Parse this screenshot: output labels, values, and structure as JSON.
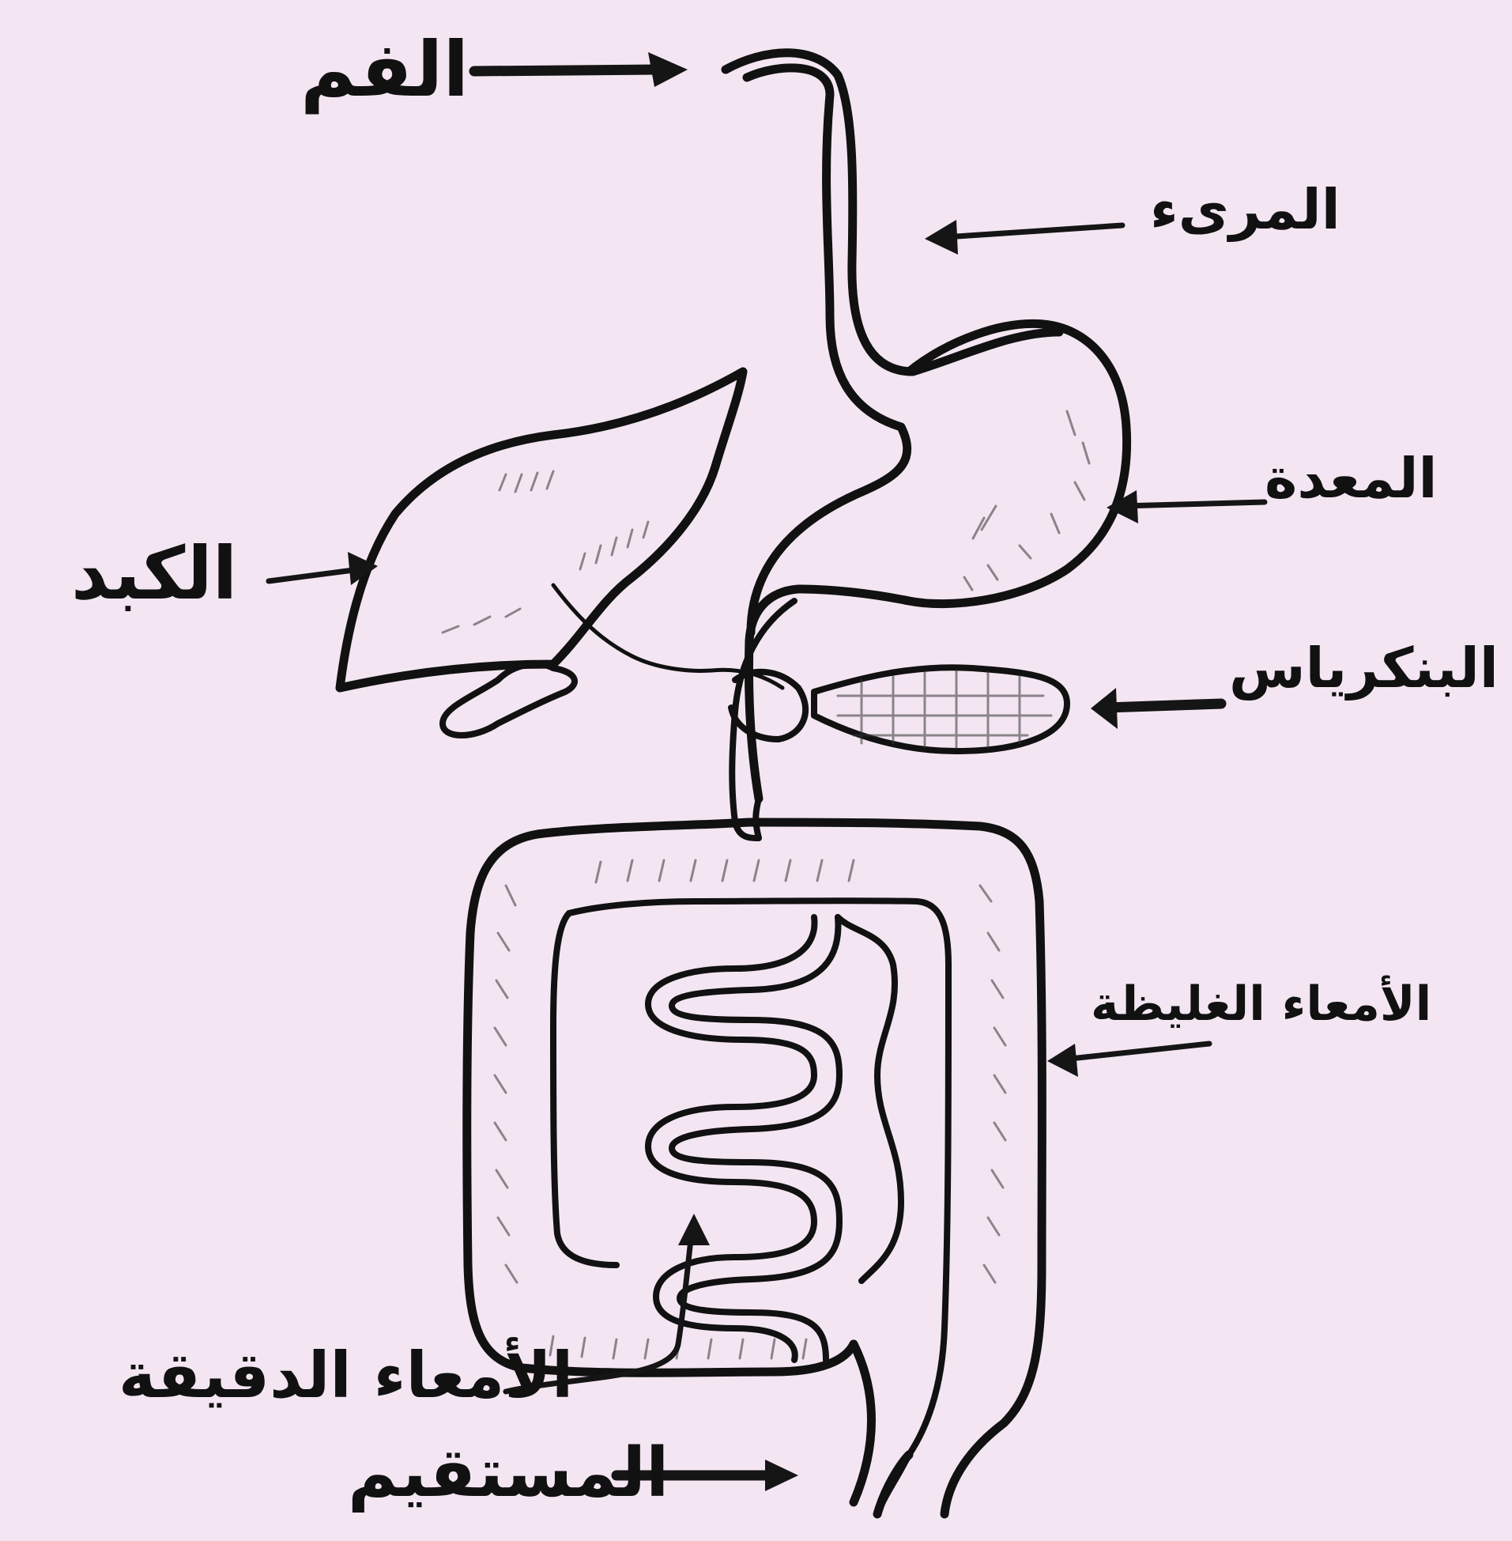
{
  "labels": {
    "mouth": "الفم",
    "esophagus": "المرىء",
    "stomach": "المعدة",
    "liver": "الكبد",
    "pancreas": "البنكرياس",
    "large_intestine": "الأمعاء الغليظة",
    "small_intestine": "الأمعاء الدقيقة",
    "rectum": "المستقيم"
  },
  "colors": {
    "background": "#f3e6f2",
    "ink": "#111111"
  }
}
